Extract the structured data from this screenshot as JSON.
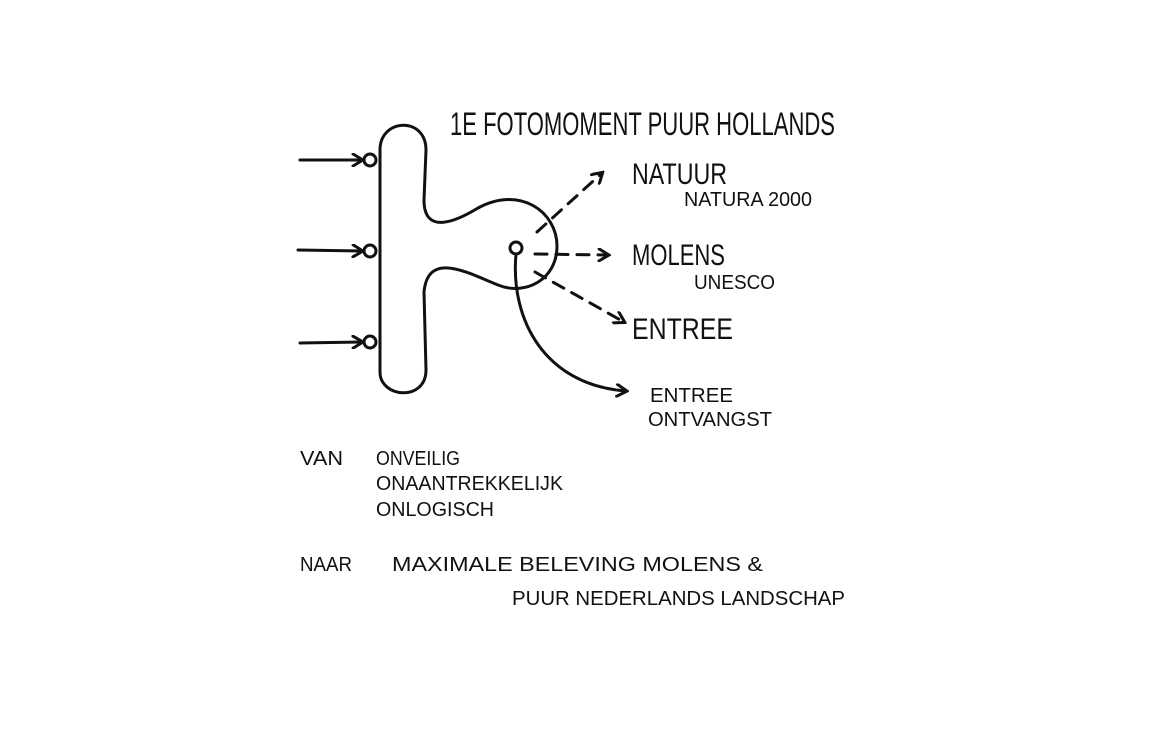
{
  "title": "1E FOTOMOMENT PUUR HOLLANDS",
  "destinations": [
    {
      "label": "NATUUR",
      "sub": "NATURA 2000"
    },
    {
      "label": "MOLENS",
      "sub": "UNESCO"
    },
    {
      "label": "ENTREE"
    }
  ],
  "reception": {
    "line1": "ENTREE",
    "line2": "ONTVANGST"
  },
  "from": {
    "label": "VAN",
    "items": [
      "ONVEILIG",
      "ONAANTREKKELIJK",
      "ONLOGISCH"
    ]
  },
  "to": {
    "label": "NAAR",
    "line1": "MAXIMALE BELEVING MOLENS &",
    "line2": "PUUR NEDERLANDS LANDSCHAP"
  }
}
